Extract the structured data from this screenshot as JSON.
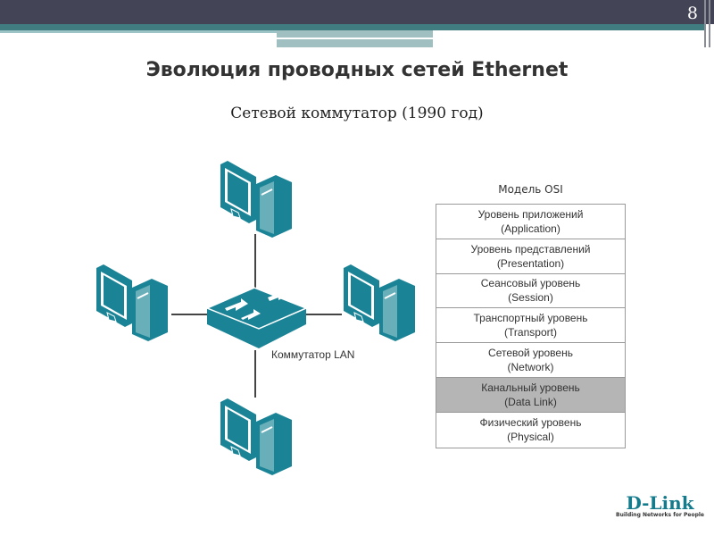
{
  "slide_number": "8",
  "title": "Эволюция проводных сетей Ethernet",
  "subtitle": "Сетевой коммутатор (1990 год)",
  "diagram": {
    "switch_label": "Коммутатор LAN",
    "accent_color": "#1a8496"
  },
  "osi": {
    "header": "Модель OSI",
    "rows": [
      {
        "ru": "Уровень приложений",
        "en": "(Application)"
      },
      {
        "ru": "Уровень представлений",
        "en": "(Presentation)"
      },
      {
        "ru": "Сеансовый уровень",
        "en": "(Session)"
      },
      {
        "ru": "Транспортный уровень",
        "en": "(Transport)"
      },
      {
        "ru": "Сетевой уровень",
        "en": "(Network)"
      },
      {
        "ru": "Канальный уровень",
        "en": "(Data Link)"
      },
      {
        "ru": "Физический уровень",
        "en": "(Physical)"
      }
    ],
    "highlighted": "(Data Link)"
  },
  "logo": {
    "name": "D-Link",
    "tagline": "Building Networks for People"
  }
}
